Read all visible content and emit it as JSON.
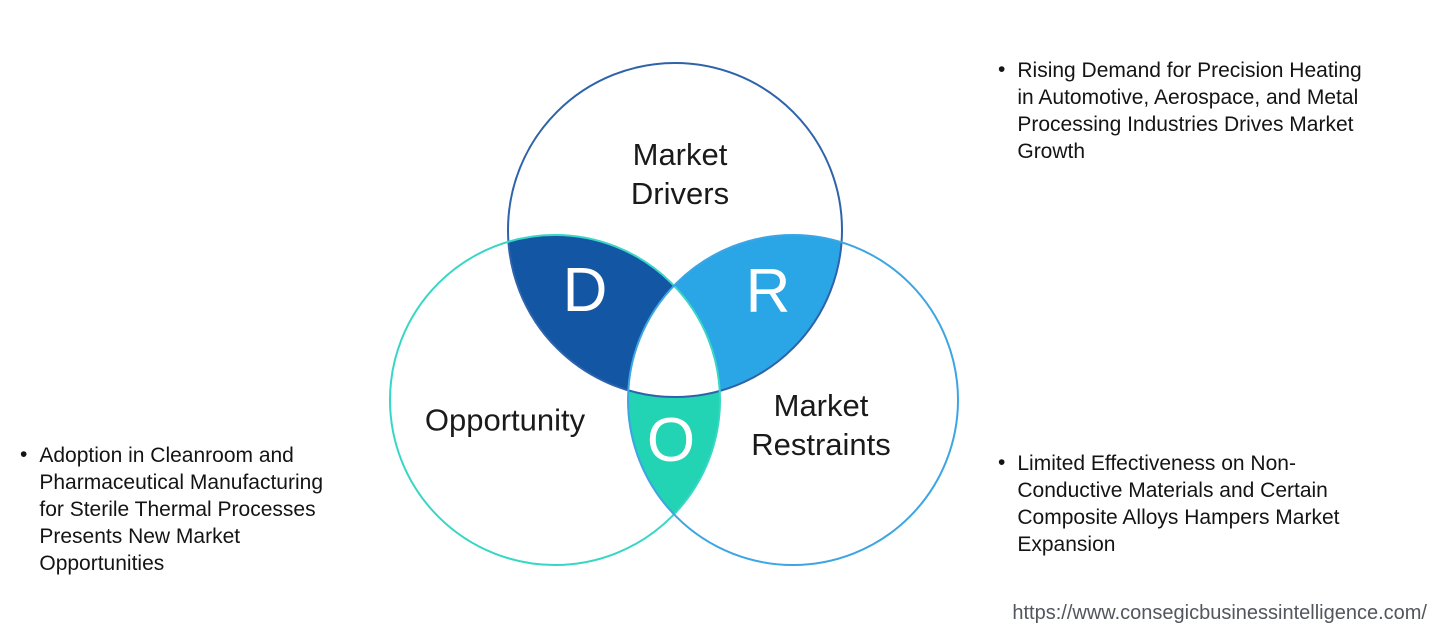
{
  "venn": {
    "drivers": {
      "label": [
        "Market",
        "Drivers"
      ],
      "letter": "D",
      "outline_color": "#2E63AB",
      "overlap_fill": "#1256A4"
    },
    "opportunity": {
      "label": [
        "Opportunity"
      ],
      "letter": "O",
      "outline_color": "#38D6C5",
      "overlap_fill": "#22D3B4"
    },
    "restraints": {
      "label": [
        "Market",
        "Restraints"
      ],
      "letter": "R",
      "outline_color": "#3DA5E3",
      "overlap_fill": "#2AA5E5"
    }
  },
  "bullets": {
    "driver": {
      "marker": "•",
      "lines": [
        "Rising Demand for Precision Heating",
        "in Automotive, Aerospace, and Metal",
        "Processing Industries Drives Market",
        "Growth"
      ]
    },
    "restraint": {
      "marker": "•",
      "lines": [
        "Limited Effectiveness on Non-",
        "Conductive Materials and Certain",
        "Composite Alloys Hampers Market",
        "Expansion"
      ]
    },
    "opportunity": {
      "marker": "•",
      "lines": [
        "Adoption in Cleanroom and",
        "Pharmaceutical Manufacturing",
        "for Sterile Thermal Processes",
        "Presents New Market",
        "Opportunities"
      ]
    }
  },
  "footer": {
    "url": "https://www.consegicbusinessintelligence.com/"
  }
}
